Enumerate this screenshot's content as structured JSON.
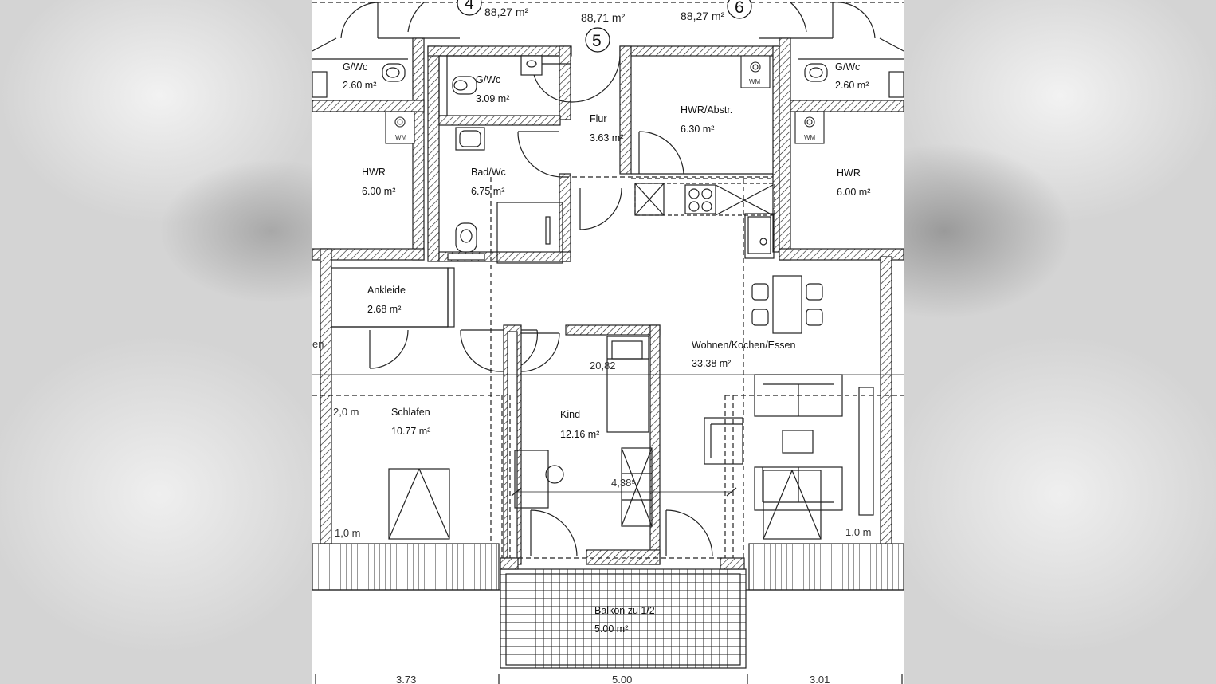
{
  "top_units": {
    "unit4": {
      "number": "4",
      "area": "88,27 m²"
    },
    "unit5": {
      "number": "5",
      "area": "88,71 m²"
    },
    "unit6": {
      "number": "6",
      "area": "88,27 m²"
    }
  },
  "rooms": {
    "gwc_left": {
      "name": "G/Wc",
      "area": "2.60 m²"
    },
    "gwc_center": {
      "name": "G/Wc",
      "area": "3.09 m²"
    },
    "gwc_right": {
      "name": "G/Wc",
      "area": "2.60 m²"
    },
    "flur": {
      "name": "Flur",
      "area": "3.63 m²"
    },
    "hwr_abstr": {
      "name": "HWR/Abstr.",
      "area": "6.30 m²"
    },
    "hwr_left": {
      "name": "HWR",
      "area": "6.00 m²"
    },
    "hwr_right": {
      "name": "HWR",
      "area": "6.00 m²"
    },
    "bad_wc": {
      "name": "Bad/Wc",
      "area": "6.75 m²"
    },
    "ankleide": {
      "name": "Ankleide",
      "area": "2.68 m²"
    },
    "wohnen": {
      "name": "Wohnen/Kochen/Essen",
      "area": "33.38 m²"
    },
    "schlafen": {
      "name": "Schlafen",
      "area": "10.77 m²"
    },
    "kind": {
      "name": "Kind",
      "area": "12.16 m²"
    },
    "balkon": {
      "name": "Balkon zu 1/2",
      "area": "5.00 m²"
    }
  },
  "appliance_labels": {
    "wm_center": "WM",
    "wm_left": "WM",
    "wm_right": "WM"
  },
  "dimensions": {
    "width_inner": "20,82",
    "width_kind": "4,38⁵",
    "height_left_top": "2,0 m",
    "height_left_bottom": "1,0 m",
    "height_right_bottom": "1,0 m",
    "partial_left": "en",
    "bottom_left": "3.73",
    "bottom_center": "5.00",
    "bottom_right": "3.01"
  }
}
